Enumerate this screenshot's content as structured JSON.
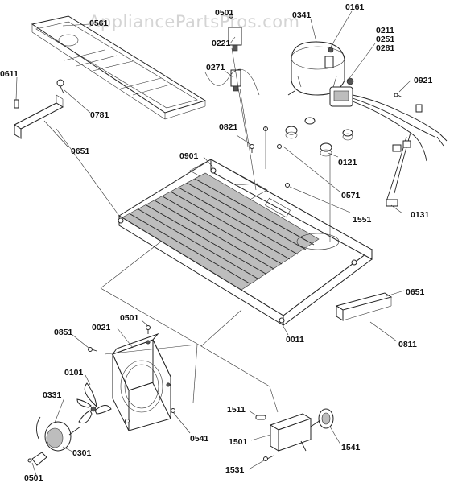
{
  "watermark": "AppliancePartsPros.com",
  "callouts": {
    "p0561": "0561",
    "p0501_top": "0501",
    "p0341": "0341",
    "p0161": "0161",
    "p0211": "0211",
    "p0251": "0251",
    "p0281": "0281",
    "p0221": "0221",
    "p0611": "0611",
    "p0271": "0271",
    "p0921": "0921",
    "p0781": "0781",
    "p0821": "0821",
    "p0651_left": "0651",
    "p0121": "0121",
    "p0901": "0901",
    "p0571": "0571",
    "p1551": "1551",
    "p0131": "0131",
    "p0651_right": "0651",
    "p0011": "0011",
    "p0811": "0811",
    "p0851": "0851",
    "p0021": "0021",
    "p0501_mid": "0501",
    "p0101": "0101",
    "p0331": "0331",
    "p0541": "0541",
    "p1511": "1511",
    "p1501": "1501",
    "p1541": "1541",
    "p0301": "0301",
    "p1531": "1531",
    "p0501_bottom": "0501"
  }
}
